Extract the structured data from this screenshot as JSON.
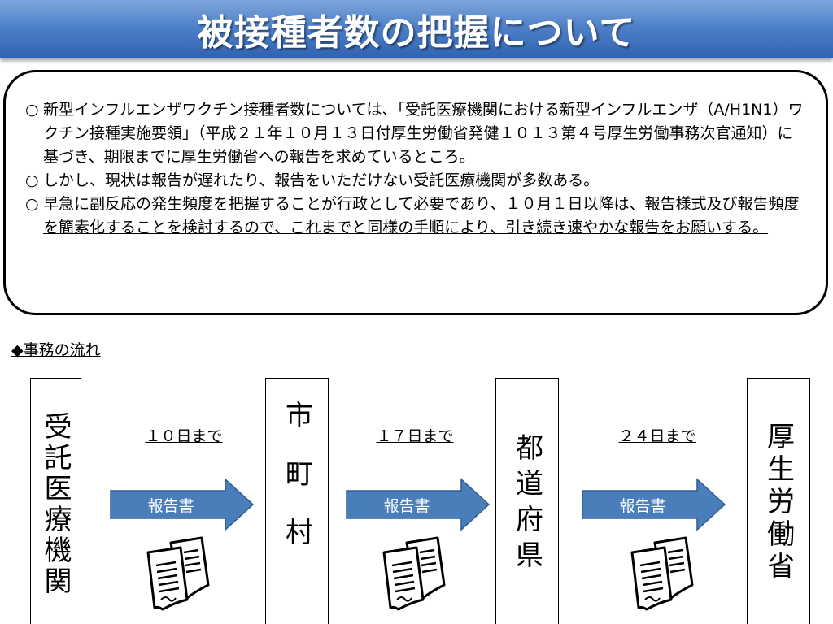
{
  "title": "被接種者数の把握について",
  "notice": {
    "items": [
      {
        "mark": "○",
        "text": "新型インフルエンザワクチン接種者数については、「受託医療機関における新型インフルエンザ（A/H1N1）ワクチン接種実施要領」（平成２１年１０月１３日付厚生労働省発健１０１３第４号厚生労働事務次官通知）に基づき、期限までに厚生労働省への報告を求めているところ。"
      },
      {
        "mark": "○",
        "text": "しかし、現状は報告が遅れたり、報告をいただけない受託医療機関が多数ある。"
      },
      {
        "mark": "○",
        "text": "早急に副反応の発生頻度を把握することが行政として必要であり、１０月１日以降は、報告様式及び報告頻度を簡素化することを検討するので、これまでと同様の手順により、引き続き速やかな報告をお願いする。"
      }
    ]
  },
  "flow": {
    "label": "◆事務の流れ",
    "nodes": [
      "受託医療機関",
      "市町村",
      "都道府県",
      "厚生労働省"
    ],
    "steps": [
      {
        "deadline": "１０日まで",
        "arrow_label": "報告書"
      },
      {
        "deadline": "１７日まで",
        "arrow_label": "報告書"
      },
      {
        "deadline": "２４日まで",
        "arrow_label": "報告書"
      }
    ]
  },
  "colors": {
    "title_bar": "#4f81c9",
    "arrow_fill": "#4a7ebb",
    "arrow_stroke": "#2e5c92"
  },
  "icons": [
    "document-icon"
  ]
}
